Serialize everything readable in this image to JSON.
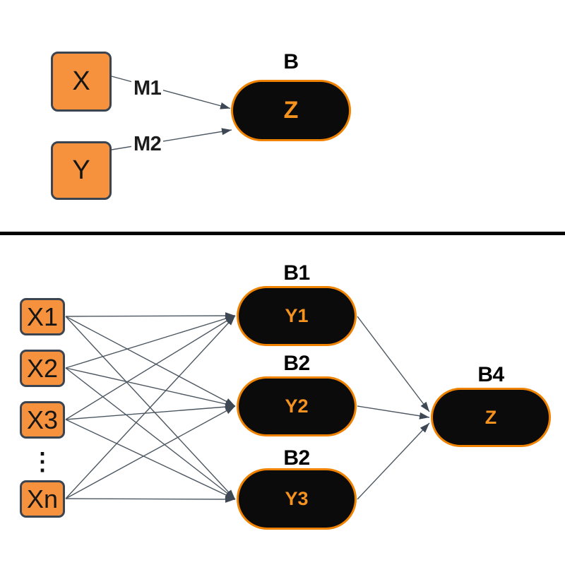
{
  "colors": {
    "node_fill": "#F6923D",
    "node_stroke": "#3B4552",
    "pill_fill": "#0B0B0B",
    "pill_stroke": "#EF8201",
    "pill_text": "#F6921E",
    "edge_line": "#4D5761",
    "arrowhead": "#3E4854",
    "divider": "#000000",
    "label_text": "#000000"
  },
  "top": {
    "nodes": {
      "x": {
        "label": "X"
      },
      "y": {
        "label": "Y"
      },
      "z": {
        "title": "B",
        "label": "Z"
      }
    },
    "edges": [
      {
        "from": "X",
        "to": "Z",
        "label": "M1"
      },
      {
        "from": "Y",
        "to": "Z",
        "label": "M2"
      }
    ]
  },
  "bottom": {
    "inputs": [
      {
        "label": "X1"
      },
      {
        "label": "X2"
      },
      {
        "label": "X3"
      },
      {
        "label": "Xn"
      }
    ],
    "ellipsis": "⋮",
    "hidden_nodes": [
      {
        "title": "B1",
        "label": "Y1"
      },
      {
        "title": "B2",
        "label": "Y2"
      },
      {
        "title": "B2",
        "label": "Y3"
      }
    ],
    "output": {
      "title": "B4",
      "label": "Z"
    },
    "edges": [
      {
        "from": "X1",
        "to": "Y1"
      },
      {
        "from": "X1",
        "to": "Y2"
      },
      {
        "from": "X1",
        "to": "Y3"
      },
      {
        "from": "X2",
        "to": "Y1"
      },
      {
        "from": "X2",
        "to": "Y2"
      },
      {
        "from": "X2",
        "to": "Y3"
      },
      {
        "from": "X3",
        "to": "Y1"
      },
      {
        "from": "X3",
        "to": "Y2"
      },
      {
        "from": "X3",
        "to": "Y3"
      },
      {
        "from": "Xn",
        "to": "Y1"
      },
      {
        "from": "Xn",
        "to": "Y2"
      },
      {
        "from": "Xn",
        "to": "Y3"
      },
      {
        "from": "Y1",
        "to": "Z"
      },
      {
        "from": "Y2",
        "to": "Z"
      },
      {
        "from": "Y3",
        "to": "Z"
      }
    ]
  }
}
